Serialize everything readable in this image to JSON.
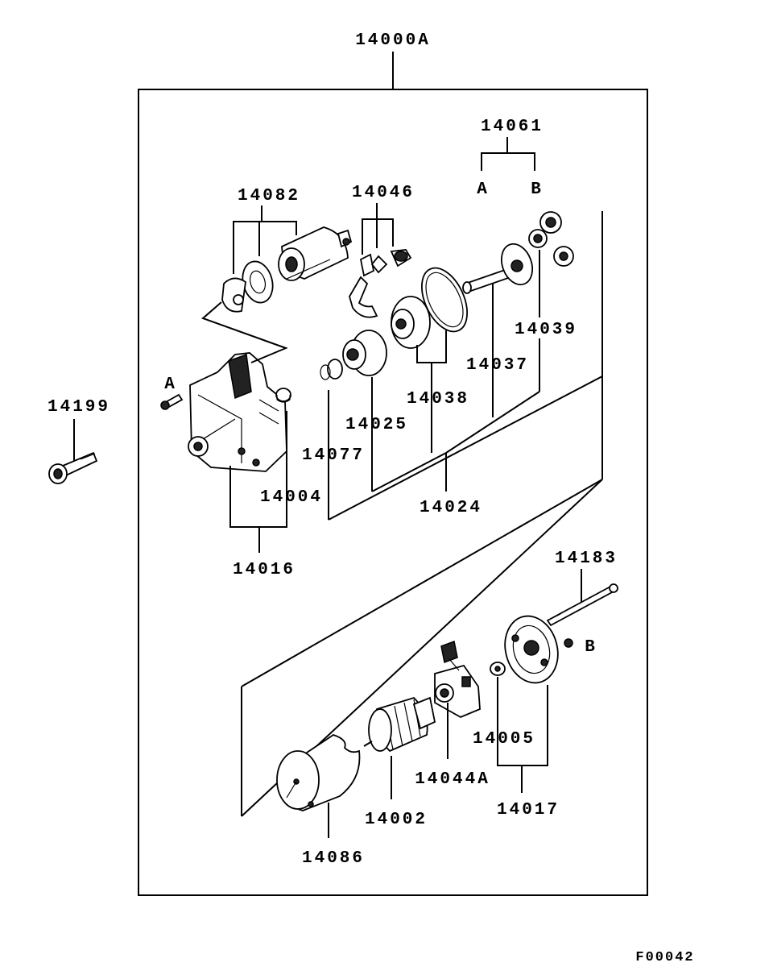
{
  "title_label": "14000A",
  "figure_code": "F00042",
  "callouts": {
    "p14061": "14061",
    "ref_a_top": "A",
    "ref_b_top": "B",
    "p14082": "14082",
    "p14046": "14046",
    "p14039": "14039",
    "p14037": "14037",
    "p14038": "14038",
    "p14025": "14025",
    "p14077": "14077",
    "p14004": "14004",
    "p14024": "14024",
    "p14016": "14016",
    "p14199": "14199",
    "ref_a_left": "A",
    "p14183": "14183",
    "ref_b_right": "B",
    "p14005": "14005",
    "p14044a": "14044A",
    "p14017": "14017",
    "p14002": "14002",
    "p14086": "14086"
  }
}
